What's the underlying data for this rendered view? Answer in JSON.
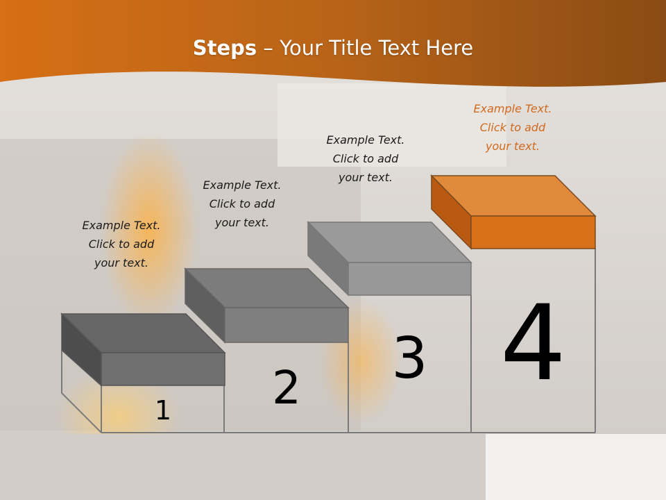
{
  "slide": {
    "title_bold": "Steps",
    "title_rest": " – Your Title Text Here",
    "steps": [
      {
        "number": "1",
        "text": "Example Text.\nClick  to add\nyour text."
      },
      {
        "number": "2",
        "text": "Example Text.\nClick  to add\nyour text."
      },
      {
        "number": "3",
        "text": "Example Text.\nClick  to add\nyour text."
      },
      {
        "number": "4",
        "text": "Example Text.\nClick  to add\nyour text."
      }
    ]
  },
  "colors": {
    "header_orange": "#c55a11",
    "accent_orange": "#e07a1f",
    "step_gray_top": "#8c8c8c",
    "step_gray_front": "#777777",
    "step_gray_side": "#5e5e5e",
    "outline": "#7a7a7a"
  }
}
